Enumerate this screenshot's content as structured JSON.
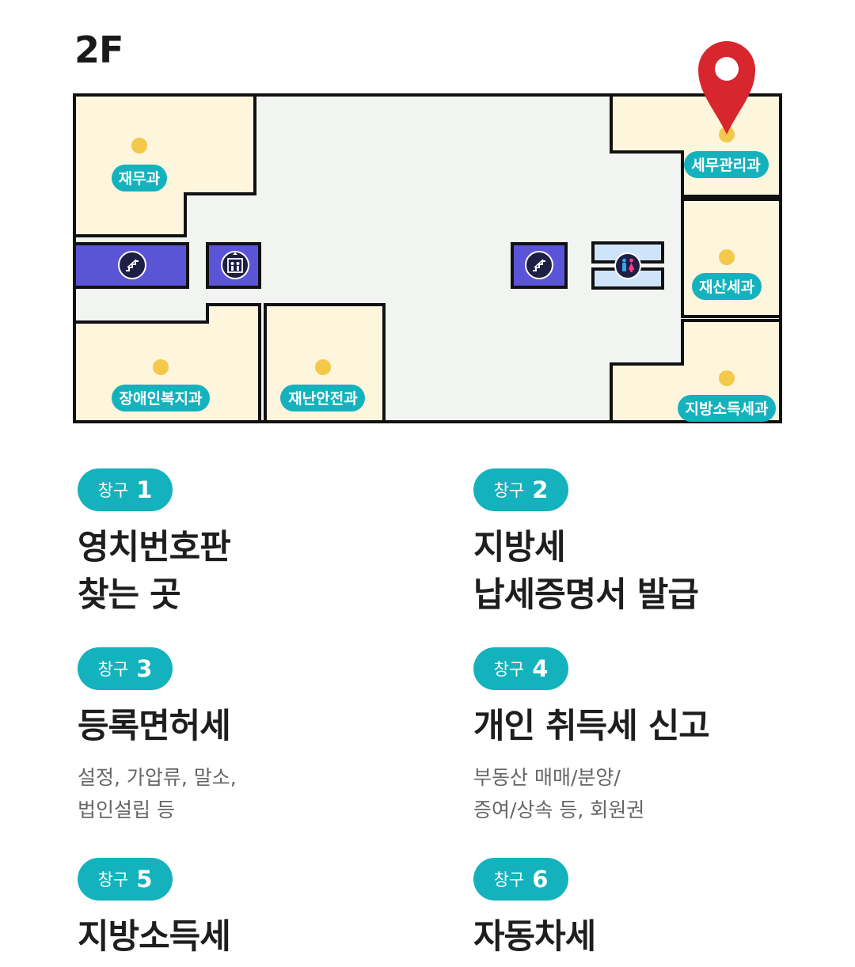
{
  "floor": {
    "label": "2F"
  },
  "rooms": [
    {
      "id": "finance",
      "label": "재무과"
    },
    {
      "id": "tax-management",
      "label": "세무관리과"
    },
    {
      "id": "property-tax",
      "label": "재산세과"
    },
    {
      "id": "disability-welfare",
      "label": "장애인복지과"
    },
    {
      "id": "disaster-safety",
      "label": "재난안전과"
    },
    {
      "id": "local-income-tax",
      "label": "지방소득세과"
    }
  ],
  "icons": {
    "stairs": "stairs-icon",
    "elevator": "elevator-icon",
    "restroom": "restroom-icon",
    "location_pin": "location-pin-icon"
  },
  "colors": {
    "room_fill": "#fdf5dc",
    "hall_fill": "#f2f4f2",
    "wall": "#111111",
    "core_fill": "#5a55d6",
    "restroom_fill": "#cfe3fb",
    "dot": "#f4c84a",
    "badge": "#14b2bd",
    "pin": "#d8262f"
  },
  "counters": [
    {
      "badge_label": "창구",
      "number": "1",
      "title_lines": [
        "영치번호판",
        "찾는 곳"
      ],
      "desc_lines": []
    },
    {
      "badge_label": "창구",
      "number": "2",
      "title_lines": [
        "지방세",
        "납세증명서 발급"
      ],
      "desc_lines": []
    },
    {
      "badge_label": "창구",
      "number": "3",
      "title_lines": [
        "등록면허세"
      ],
      "desc_lines": [
        "설정, 가압류, 말소,",
        "법인설립 등"
      ]
    },
    {
      "badge_label": "창구",
      "number": "4",
      "title_lines": [
        "개인 취득세 신고"
      ],
      "desc_lines": [
        "부동산 매매/분양/",
        "증여/상속 등, 회원권"
      ]
    },
    {
      "badge_label": "창구",
      "number": "5",
      "title_lines": [
        "지방소득세"
      ],
      "desc_lines": []
    },
    {
      "badge_label": "창구",
      "number": "6",
      "title_lines": [
        "자동차세"
      ],
      "desc_lines": []
    }
  ]
}
